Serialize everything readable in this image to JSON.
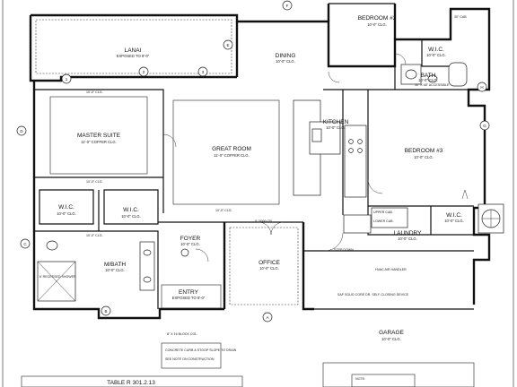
{
  "rooms": {
    "lanai": {
      "name": "LANAI",
      "note": "EXPOSED TO 8'-0\""
    },
    "dining": {
      "name": "DINING",
      "note": "10'-0\" CLG."
    },
    "bedroom2": {
      "name": "BEDROOM #2",
      "note": "10'-0\" CLG."
    },
    "wic_top": {
      "name": "W.I.C.",
      "note": "10'-0\" CLG."
    },
    "bath": {
      "name": "BATH",
      "note": "10'-0\" CLG."
    },
    "master_suite": {
      "name": "MASTER SUITE",
      "note": "11'-0\" COFFER CLG."
    },
    "great_room": {
      "name": "GREAT ROOM",
      "note": "11'-0\" COFFER CLG."
    },
    "kitchen": {
      "name": "KITCHEN",
      "note": "10'-0\" CLG."
    },
    "bedroom3": {
      "name": "BEDROOM #3",
      "note": "10'-0\" CLG."
    },
    "wic_left": {
      "name": "W.I.C.",
      "note": "10'-0\" CLG."
    },
    "wic_right": {
      "name": "W.I.C.",
      "note": "10'-0\" CLG."
    },
    "wic_br3": {
      "name": "W.I.C.",
      "note": "10'-0\" CLG."
    },
    "foyer": {
      "name": "FOYER",
      "note": "10'-0\" CLG."
    },
    "mbath": {
      "name": "M/BATH",
      "note": "10'-0\" CLG."
    },
    "office": {
      "name": "OFFICE",
      "note": "10'-0\" CLG."
    },
    "laundry": {
      "name": "LAUNDRY",
      "note": "10'-0\" CLG."
    },
    "entry": {
      "name": "ENTRY",
      "note": "EXPOSED TO 8'-0\""
    },
    "garage": {
      "name": "GARAGE",
      "note": "10'-0\" CLG."
    }
  },
  "notes": {
    "top_right": "30\" CAB",
    "ceiling_a": "10'-0\" CLG.",
    "ceiling_b": "10'-0\" CLG.",
    "ceiling_c": "10'-0\" CLG.",
    "ceiling_d": "10'-0\" CLG.",
    "arch": "8' 3/000 CR.",
    "step_down": "STEP DOWN",
    "table_title": "TABLE R 301.2.13",
    "block_note": "8\" X 16 BLOCK COL.",
    "bath_sub": "30\" X 48\" ACCESSIBLE",
    "shower": "6' RECESSED SHOWER",
    "note_box": "NOTE:",
    "door_note": "SAF SOLID CORE DR. SELF-CLOSING DEVICE",
    "hvac_note": "HVAC AIR HANDLER",
    "upper_cab": "UPPER CAB.",
    "lower_cab": "LOWER CAB.",
    "note_block": "SEE NOTE ON CONSTRUCTION",
    "elev_note": "CONCRETE CURB & STOOP SLOPE TO DRAIN"
  },
  "markers": [
    "A",
    "B",
    "C",
    "D",
    "E",
    "F",
    "G",
    "H",
    "1",
    "2",
    "3"
  ],
  "colors": {
    "ink": "#111111",
    "paper": "#ffffff"
  }
}
